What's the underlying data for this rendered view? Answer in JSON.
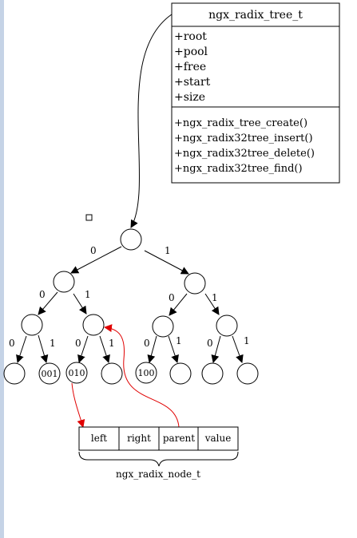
{
  "struct": {
    "title": "ngx_radix_tree_t",
    "fields": [
      "+root",
      "+pool",
      "+free",
      "+start",
      "+size"
    ],
    "methods": [
      "+ngx_radix_tree_create()",
      "+ngx_radix32tree_insert()",
      "+ngx_radix32tree_delete()",
      "+ngx_radix32tree_find()"
    ]
  },
  "tree": {
    "edge_labels": {
      "root_left": "0",
      "root_right": "1",
      "l1_left": "0",
      "l1_right": "1",
      "r1_left": "0",
      "r1_right": "1",
      "ll_left": "0",
      "ll_right": "1",
      "lr_left": "0",
      "lr_right": "1",
      "rl_left": "0",
      "rl_right": "1",
      "rr_left": "0",
      "rr_right": "1"
    },
    "leaves": [
      "",
      "001",
      "010",
      "",
      "100",
      "",
      "",
      ""
    ]
  },
  "node_struct": {
    "cells": [
      "left",
      "right",
      "parent",
      "value"
    ],
    "caption": "ngx_radix_node_t"
  },
  "colors": {
    "line": "#000000",
    "pointer": "#e00000"
  }
}
